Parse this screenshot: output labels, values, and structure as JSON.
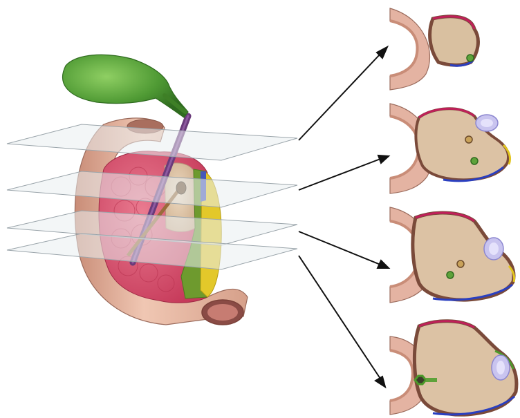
{
  "figure": {
    "subject": "pancreas-head-cross-sections",
    "slice_count": 4,
    "section_count": 4,
    "colors": {
      "background": "#ffffff",
      "gallbladder": "#4f9a34",
      "gallbladder_dark": "#2f6b1f",
      "duodenum": "#e7b59e",
      "duodenum_dark": "#b07a68",
      "pancreas_pink": "#d9506c",
      "pancreas_tan": "#dcc2a4",
      "section_brown": "#7a4a3a",
      "margin_magenta": "#c01f5a",
      "margin_blue": "#2a3fc0",
      "margin_yellow": "#e2c51e",
      "margin_green": "#4c9a2a",
      "bile_duct": "#6a3b7a",
      "vessel": "#9b8fd6",
      "plane": "#e9eef1",
      "arrow": "#111111"
    }
  }
}
